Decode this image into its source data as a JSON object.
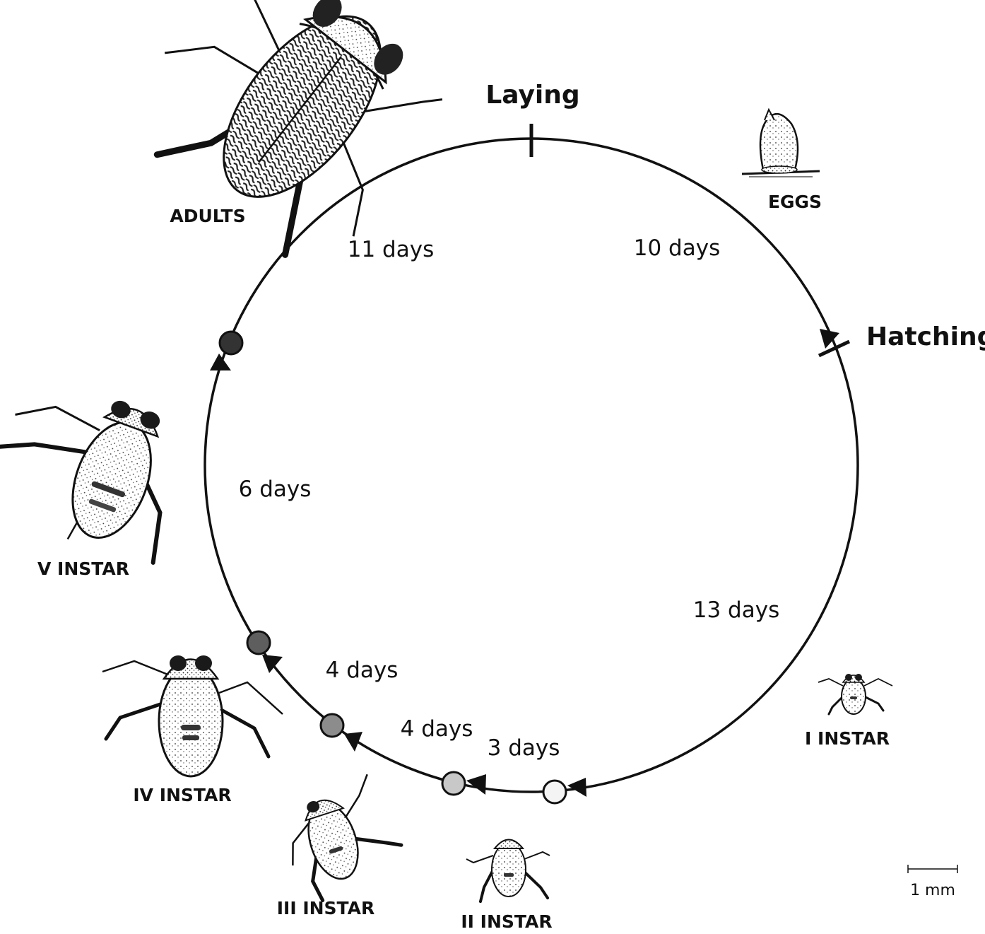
{
  "events": {
    "laying": "Laying",
    "hatching": "Hatching"
  },
  "stages": {
    "adults": "ADULTS",
    "eggs": "EGGS",
    "instar_1": "I INSTAR",
    "instar_2": "II INSTAR",
    "instar_3": "III INSTAR",
    "instar_4": "IV INSTAR",
    "instar_5": "V INSTAR"
  },
  "durations": {
    "eggs": "10 days",
    "instar_1": "13 days",
    "instar_2": "3 days",
    "instar_3": "4 days",
    "instar_4": "4 days",
    "instar_5": "6 days",
    "adults": "11 days"
  },
  "scale_bar": {
    "label": "1 mm"
  },
  "molt_marker_colors": {
    "instar_1_to_2": "#f4f4f4",
    "instar_2_to_3": "#c8c8c8",
    "instar_3_to_4": "#8c8c8c",
    "instar_4_to_5": "#5e5e5e",
    "instar_5_to_adult": "#333333"
  }
}
